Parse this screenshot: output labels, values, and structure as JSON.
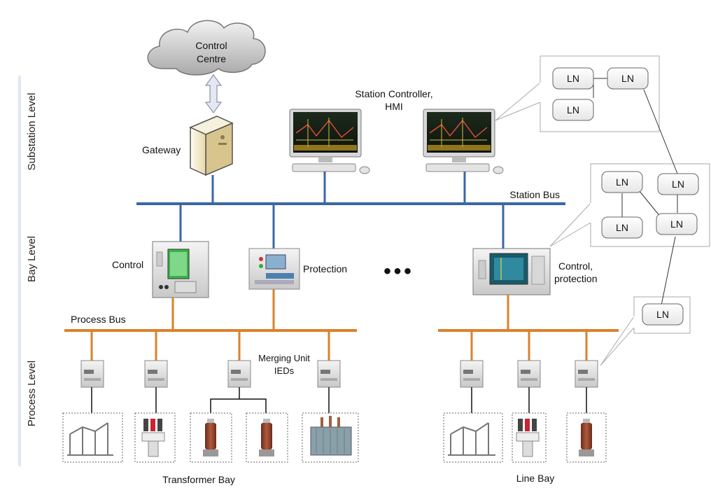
{
  "levels": {
    "substation": "Substation Level",
    "bay": "Bay Level",
    "process": "Process Level"
  },
  "cloud": {
    "line1": "Control",
    "line2": "Centre"
  },
  "gateway": "Gateway",
  "station_controller": {
    "line1": "Station Controller,",
    "line2": "HMI"
  },
  "station_bus": "Station Bus",
  "process_bus": "Process Bus",
  "bay_devices": {
    "control": "Control",
    "protection": "Protection",
    "control_protection_line1": "Control,",
    "control_protection_line2": "protection",
    "ellipsis": "•••"
  },
  "merging_unit": {
    "line1": "Merging Unit",
    "line2": "IEDs"
  },
  "bays": {
    "transformer": "Transformer Bay",
    "line": "Line Bay"
  },
  "ln_label": "LN",
  "colors": {
    "station_bus": "#3a66a8",
    "process_bus": "#d9822b",
    "level_bar": "#dfe8f5"
  }
}
